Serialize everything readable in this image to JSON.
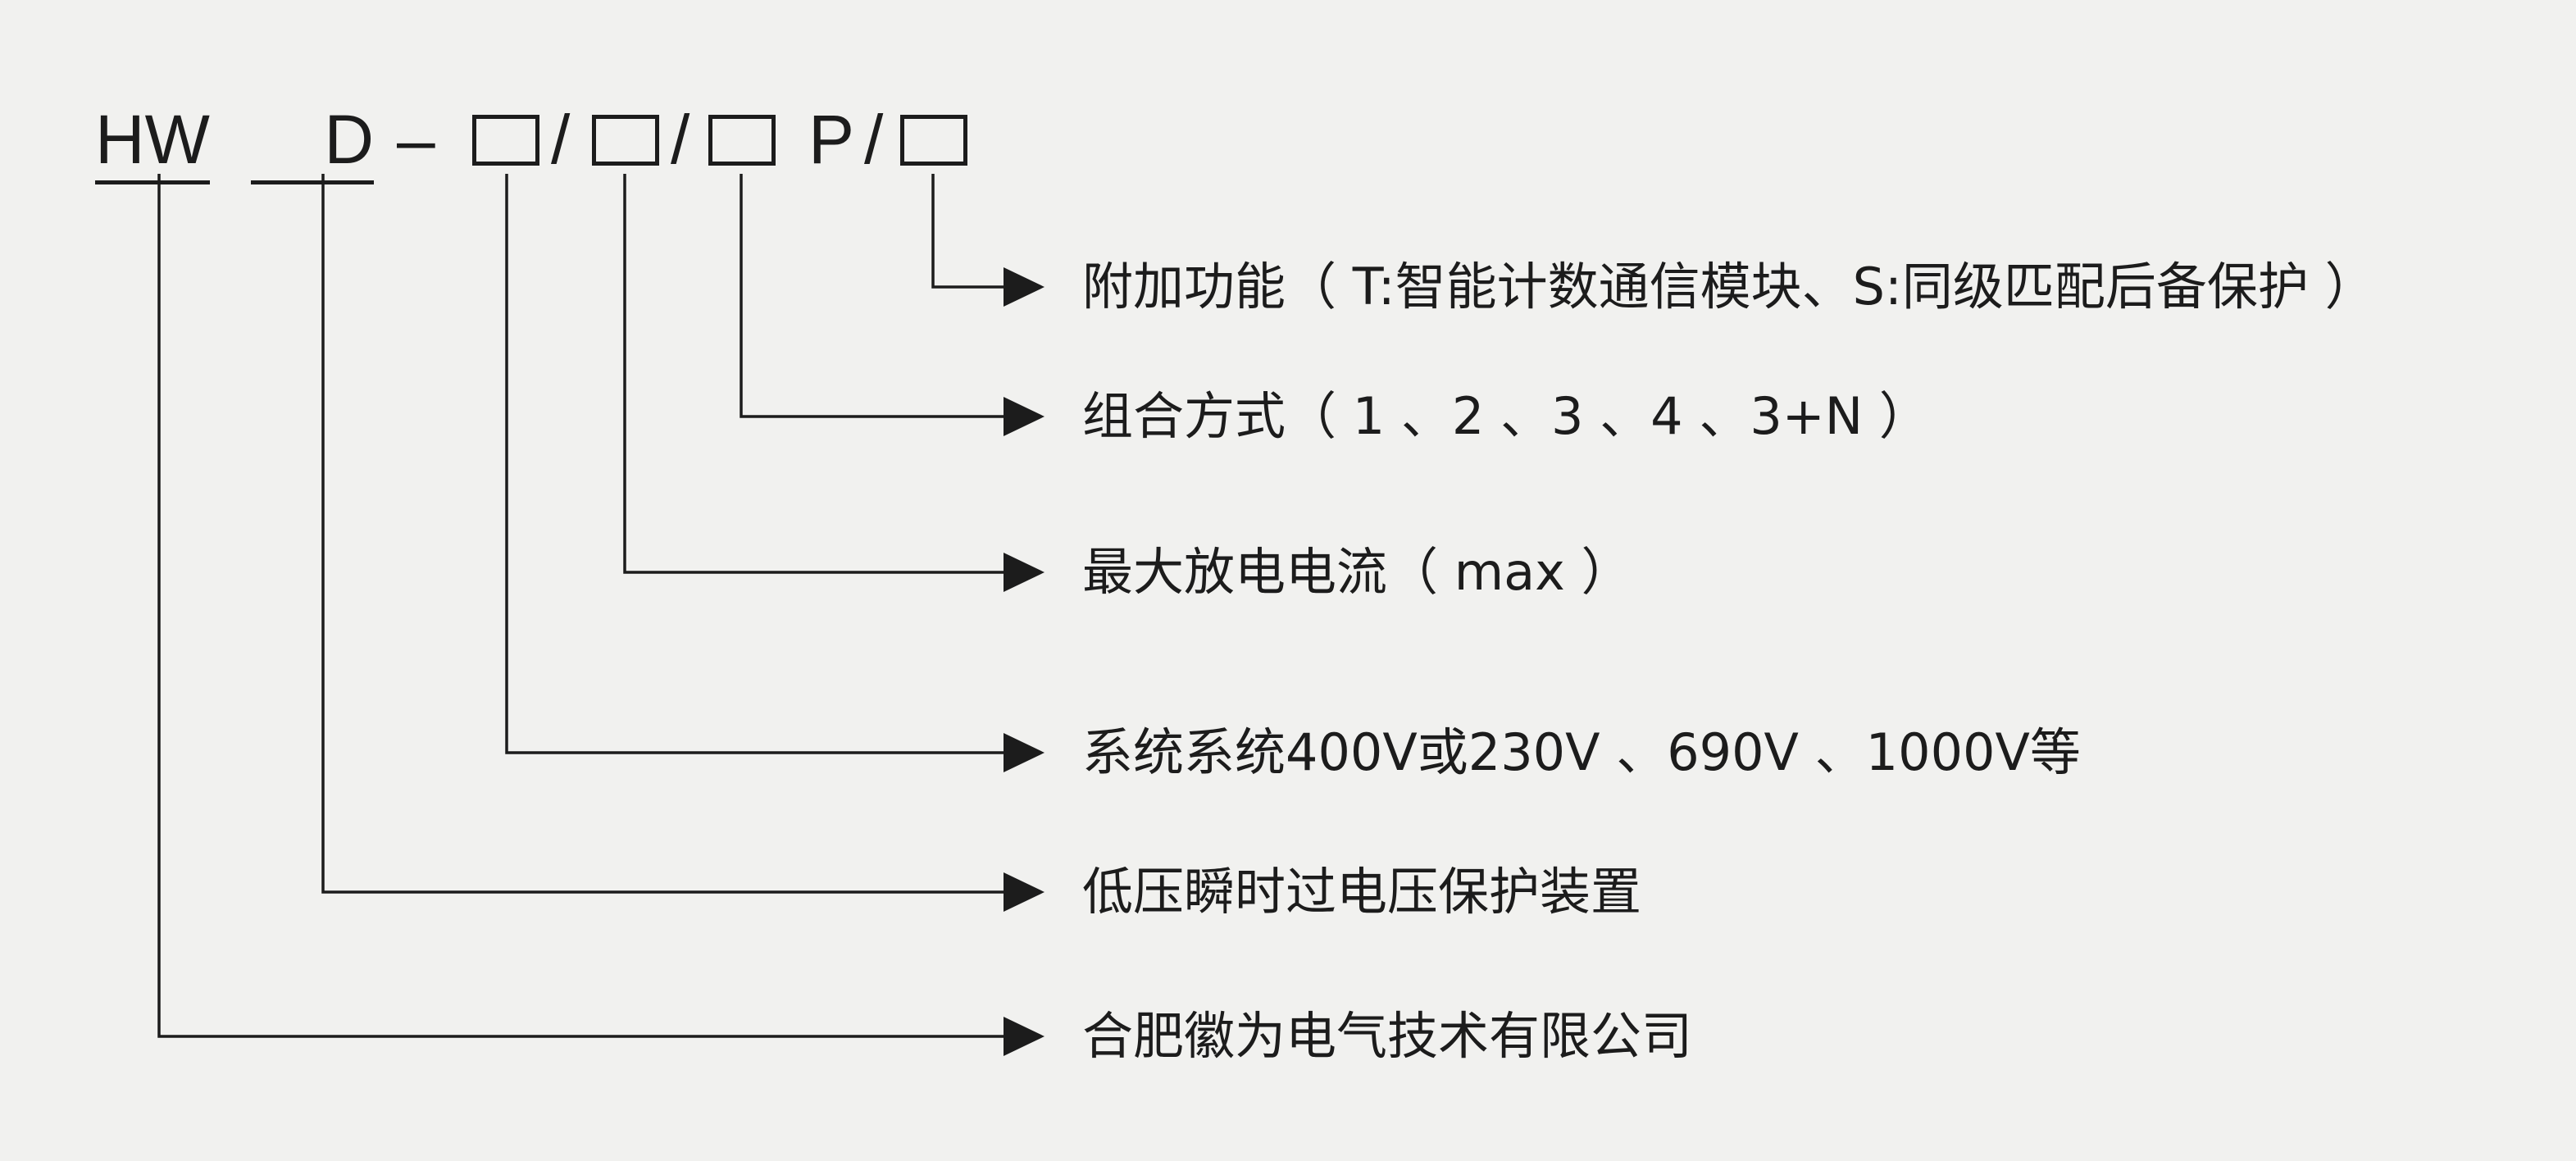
{
  "model_code": {
    "brand": "HW",
    "type": "D",
    "dash": "–",
    "slash": "/",
    "p_letter": "P"
  },
  "descriptions": [
    "附加功能（ T:智能计数通信模块、S:同级匹配后备保护 ）",
    "组合方式（ 1 、2 、3 、4 、3+N ）",
    "最大放电电流（ max ）",
    "系统系统400V或230V 、690V 、1000V等",
    "低压瞬时过电压保护装置",
    "合肥徽为电气技术有限公司"
  ],
  "colors": {
    "ink": "#1c1c1c",
    "paper": "#f1f1ef"
  }
}
